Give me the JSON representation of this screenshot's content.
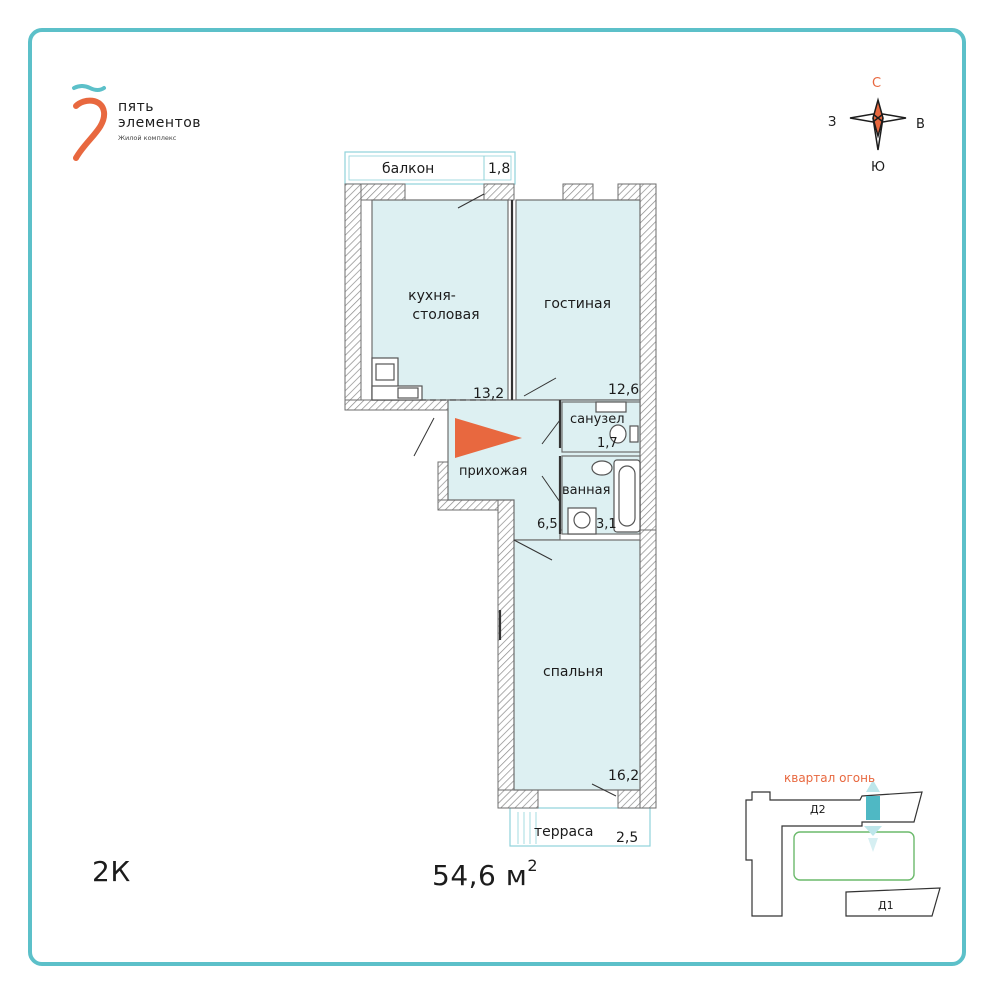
{
  "logo": {
    "line1": "пять",
    "line2": "элементов",
    "sub": "Жилой комплекс"
  },
  "rooms": {
    "balcony": {
      "name": "балкон",
      "area": "1,8"
    },
    "kitchen": {
      "name_line1": "кухня-",
      "name_line2": "столовая",
      "area": "13,2"
    },
    "living": {
      "name": "гостиная",
      "area": "12,6"
    },
    "toilet": {
      "name": "санузел",
      "area": "1,7"
    },
    "hall": {
      "name": "прихожая",
      "area": "6,5"
    },
    "bath": {
      "name": "ванная",
      "area": "3,1"
    },
    "bedroom": {
      "name": "спальня",
      "area": "16,2"
    },
    "terrace": {
      "name": "терраса",
      "area": "2,5"
    }
  },
  "total_area": {
    "value": "54,6 м",
    "unit_sup": "2"
  },
  "apartment_type": "2К",
  "compass": {
    "north": "С",
    "south": "Ю",
    "west": "З",
    "east": "В"
  },
  "site_map": {
    "quarter": "квартал огонь",
    "building_d2": "Д2",
    "building_d1": "Д1"
  },
  "colors": {
    "frame": "#5cc0c9",
    "room_fill": "#ddf0f2",
    "wall": "#6e6e6e",
    "accent": "#e8683f",
    "map_green": "#6cba6c",
    "map_highlight": "#4fb8c4"
  }
}
